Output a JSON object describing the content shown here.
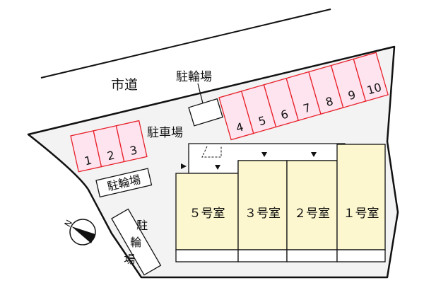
{
  "labels": {
    "road": "市道",
    "parking_lot": "駐車場",
    "bicycle_parking_top": "駐輪場",
    "bicycle_parking_left": "駐輪場",
    "bicycle_parking_vertical": [
      "駐",
      "輪",
      "場"
    ]
  },
  "parking_spaces": {
    "left_group": [
      "1",
      "2",
      "3"
    ],
    "right_group": [
      "4",
      "5",
      "6",
      "7",
      "8",
      "9",
      "10"
    ]
  },
  "units": [
    {
      "label": "５号室"
    },
    {
      "label": "３号室"
    },
    {
      "label": "２号室"
    },
    {
      "label": "１号室"
    }
  ],
  "compass": {
    "north_label": "N"
  },
  "colors": {
    "lot_fill": "#f3f3f3",
    "parking_fill": "#fde4ee",
    "parking_stroke": "#e8202a",
    "building_fill": "#fdf7cf",
    "line": "#111111"
  }
}
